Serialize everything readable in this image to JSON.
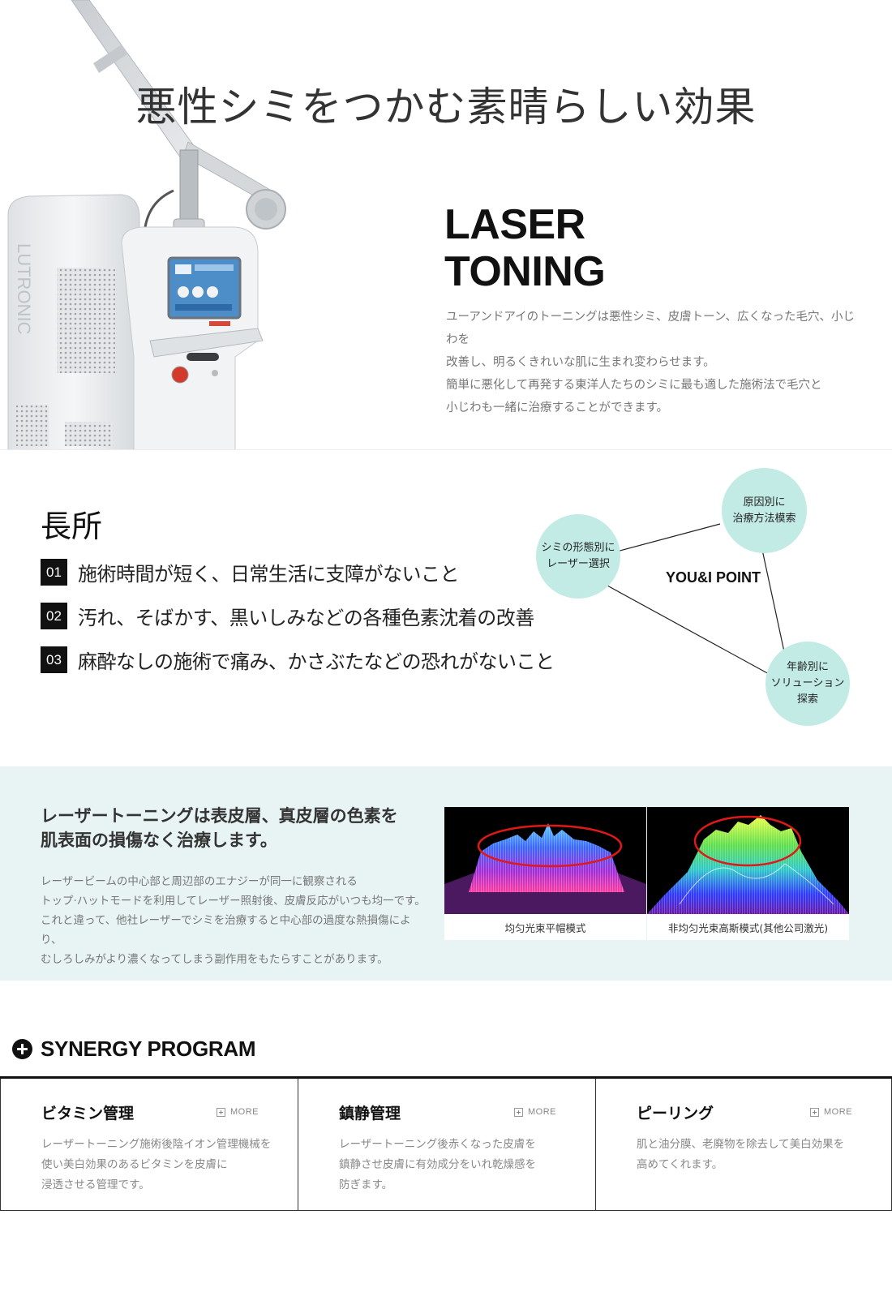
{
  "hero": {
    "title": "悪性シミをつかむ素晴らしい効果",
    "laser_title": [
      "LASER",
      "TONING"
    ],
    "description": [
      "ユーアンドアイのトーニングは悪性シミ、皮膚トーン、広くなった毛穴、小じわを",
      "改善し、明るくきれいな肌に生まれ変わらせます。",
      "簡単に悪化して再発する東洋人たちのシミに最も適した施術法で毛穴と",
      "小じわも一緒に治療することができます。"
    ],
    "machine_brand": "LUTRONIC"
  },
  "advantages": {
    "heading": "長所",
    "items": [
      {
        "num": "01",
        "text": "施術時間が短く、日常生活に支障がないこと"
      },
      {
        "num": "02",
        "text": "汚れ、そばかす、黒いしみなどの各種色素沈着の改善"
      },
      {
        "num": "03",
        "text": "麻酔なしの施術で痛み、かさぶたなどの恐れがないこと"
      }
    ],
    "point": {
      "label": "YOU&I POINT",
      "circles": [
        {
          "lines": [
            "原因別に",
            "治療方法模索"
          ]
        },
        {
          "lines": [
            "シミの形態別に",
            "レーザー選択"
          ]
        },
        {
          "lines": [
            "年齢別に",
            "ソリューション",
            "探索"
          ]
        }
      ],
      "circle_color": "#c2ebe6"
    }
  },
  "beam": {
    "title": [
      "レーザートーニングは表皮層、真皮層の色素を",
      "肌表面の損傷なく治療します。"
    ],
    "description": [
      "レーザービームの中心部と周辺部のエナジーが同一に観察される",
      "トップ·ハットモードを利用してレーザー照射後、皮膚反応がいつも均一です。",
      "これと違って、他社レーザーでシミを治療すると中心部の過度な熱損傷により、",
      "むしろしみがより濃くなってしまう副作用をもたらすことがあります。"
    ],
    "figures": [
      {
        "caption": "均匀光束平帽模式"
      },
      {
        "caption": "非均匀光束高斯模式(其他公司激光)"
      }
    ]
  },
  "synergy": {
    "heading": "SYNERGY PROGRAM",
    "more_label": "MORE",
    "cards": [
      {
        "title": "ビタミン管理",
        "desc": [
          "レーザートーニング施術後陰イオン管理機械を",
          "使い美白効果のあるビタミンを皮膚に",
          "浸透させる管理です。"
        ]
      },
      {
        "title": "鎮静管理",
        "desc": [
          "レーザートーニング後赤くなった皮膚を",
          "鎮静させ皮膚に有効成分をいれ乾燥感を",
          "防ぎます。"
        ]
      },
      {
        "title": "ピーリング",
        "desc": [
          "肌と油分膜、老廃物を除去して美白効果を",
          "高めてくれます。"
        ]
      }
    ]
  }
}
